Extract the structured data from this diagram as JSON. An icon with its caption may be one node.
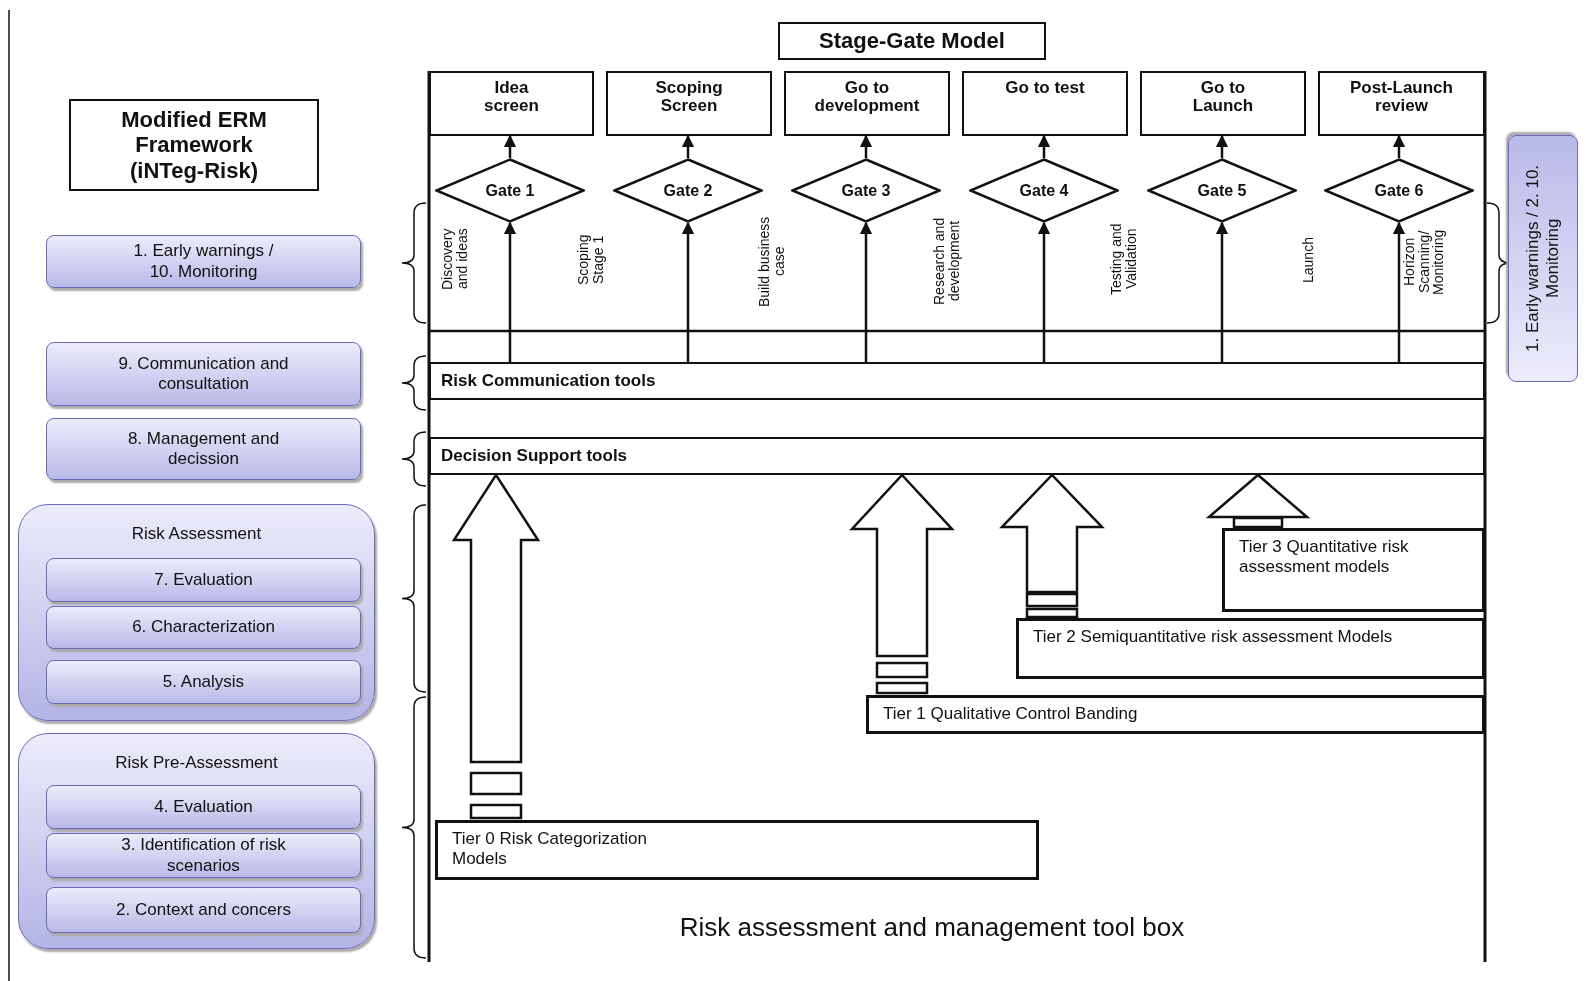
{
  "diagram": {
    "nodes": [
      {
        "text": [
          "Stage-Gate Model"
        ]
      },
      {
        "text": [
          "Modified ERM Framework (iNTeg-Risk)"
        ]
      },
      {
        "text": [
          "Idea screen"
        ]
      },
      {
        "text": [
          "Scoping Screen"
        ]
      },
      {
        "text": [
          "Go to development"
        ]
      },
      {
        "text": [
          "Go to test"
        ]
      },
      {
        "text": [
          "Go to Launch"
        ]
      },
      {
        "text": [
          "Post-Launch review"
        ]
      },
      {
        "text": [
          "Gate 1"
        ]
      },
      {
        "text": [
          "Gate 2"
        ]
      },
      {
        "text": [
          "Gate 3"
        ]
      },
      {
        "text": [
          "Gate 4"
        ]
      },
      {
        "text": [
          "Gate 5"
        ]
      },
      {
        "text": [
          "Gate 6"
        ]
      },
      {
        "text": [
          "1. Early warnings / 10. Monitoring"
        ]
      },
      {
        "text": [
          "9. Communication and consultation"
        ]
      },
      {
        "text": [
          "8. Management and decission"
        ]
      },
      {
        "text": [
          "Risk Assessment"
        ]
      },
      {
        "text": [
          "7. Evaluation"
        ],
        "in": 17
      },
      {
        "text": [
          "6. Characterization"
        ],
        "in": 17
      },
      {
        "text": [
          "5. Analysis"
        ],
        "in": 17
      },
      {
        "text": [
          "Risk Pre-Assessment"
        ]
      },
      {
        "text": [
          "4. Evaluation"
        ],
        "in": 21
      },
      {
        "text": [
          "3. Identification of risk scenarios"
        ],
        "in": 21
      },
      {
        "text": [
          "2. Context and concers"
        ],
        "in": 21
      },
      {
        "text": [
          "1. Early warnings / 2. 10. Monitoring"
        ]
      },
      {
        "text": [
          "Risk Communication tools"
        ]
      },
      {
        "text": [
          "Decision Support tools"
        ]
      },
      {
        "text": [
          "Tier 0 Risk Categorization Models"
        ]
      },
      {
        "text": [
          "Tier 1 Qualitative Control Banding"
        ]
      },
      {
        "text": [
          "Tier 2 Semiquantitative risk assessment Models"
        ]
      },
      {
        "text": [
          "Tier 3 Quantitative risk assessment models"
        ]
      }
    ],
    "edges": [
      {
        "from": 8,
        "to": 2,
        "arrow": "to"
      },
      {
        "from": 9,
        "to": 3,
        "arrow": "to"
      },
      {
        "from": 10,
        "to": 4,
        "arrow": "to"
      },
      {
        "from": 11,
        "to": 5,
        "arrow": "to"
      },
      {
        "from": 12,
        "to": 6,
        "arrow": "to"
      },
      {
        "from": 13,
        "to": 7,
        "arrow": "to"
      },
      {
        "from": 26,
        "to": 8,
        "arrow": "to"
      },
      {
        "from": 26,
        "to": 9,
        "arrow": "to"
      },
      {
        "from": 26,
        "to": 10,
        "arrow": "to"
      },
      {
        "from": 26,
        "to": 11,
        "arrow": "to"
      },
      {
        "from": 26,
        "to": 12,
        "arrow": "to"
      },
      {
        "from": 26,
        "to": 13,
        "arrow": "to"
      },
      {
        "from": 28,
        "to": 27,
        "arrow": "to",
        "style": "thick"
      },
      {
        "from": 29,
        "to": 27,
        "arrow": "to",
        "style": "thick"
      },
      {
        "from": 30,
        "to": 27,
        "arrow": "to",
        "style": "thick"
      },
      {
        "from": 31,
        "to": 27,
        "arrow": "to",
        "style": "thick"
      }
    ],
    "labels": [
      "Discovery and ideas",
      "Scoping Stage 1",
      "Build business case",
      "Research and development",
      "Testing and Validation",
      "Launch",
      "Horizon Scanning/ Monitoring",
      "Risk assessment and management tool box"
    ]
  }
}
